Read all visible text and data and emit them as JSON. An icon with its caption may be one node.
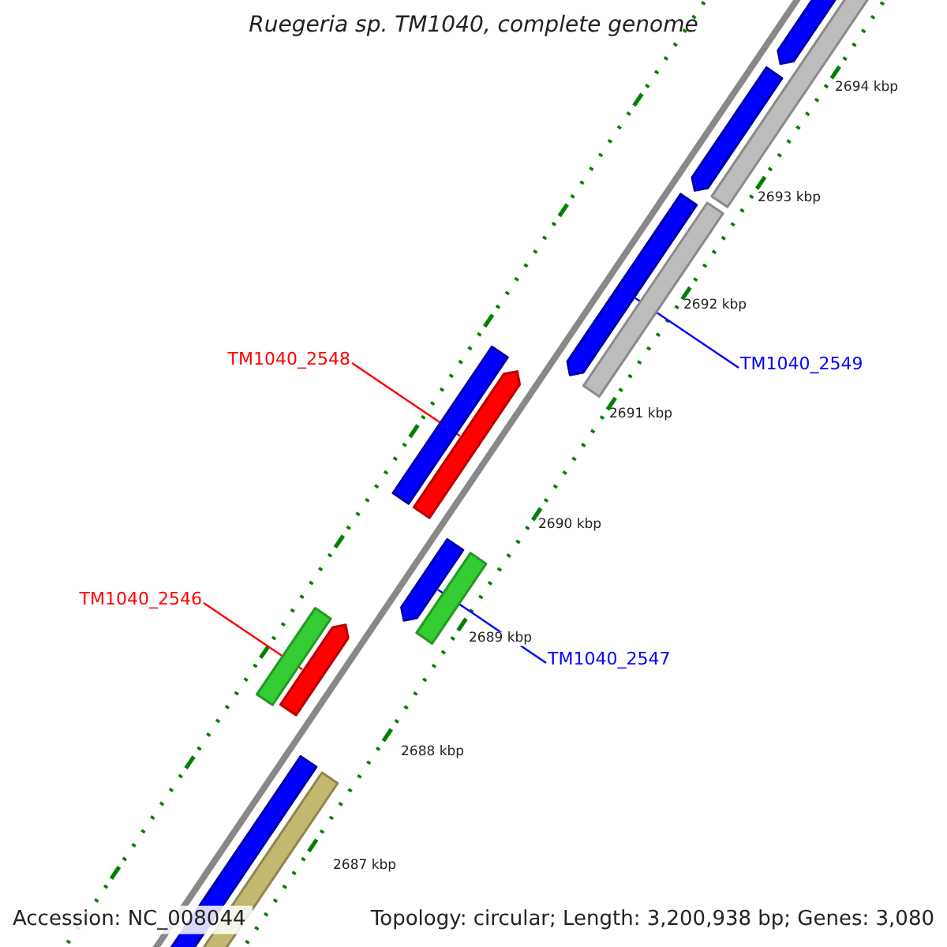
{
  "diagram": {
    "title": "Ruegeria sp. TM1040, complete genome",
    "nodes": [
      {
        "text": [
          "TM1040_2548"
        ]
      },
      {
        "text": [],
        "shape": "bar"
      },
      {
        "text": [
          "TM1040_2549"
        ]
      },
      {
        "text": [],
        "shape": "bar"
      },
      {
        "text": [
          "TM1040_2546"
        ]
      },
      {
        "text": [],
        "shape": "bar"
      },
      {
        "text": [
          "TM1040_2547"
        ]
      },
      {
        "text": [],
        "shape": "bar"
      }
    ],
    "edges": [
      {
        "from": 0,
        "to": 1,
        "arrow": "none",
        "color": "#ff0000"
      },
      {
        "from": 2,
        "to": 3,
        "arrow": "none",
        "color": "#0000ff"
      },
      {
        "from": 4,
        "to": 5,
        "arrow": "none",
        "color": "#ff0000"
      },
      {
        "from": 6,
        "to": 7,
        "arrow": "none",
        "color": "#0000ff"
      }
    ],
    "labels": [
      "2694 kbp",
      "2693 kbp",
      "2692 kbp",
      "2691 kbp",
      "2690 kbp",
      "2689 kbp",
      "2688 kbp",
      "2687 kbp",
      "Accession: NC_008044",
      "Topology: circular; Length: 3,200,938 bp; Genes: 3,080"
    ]
  }
}
